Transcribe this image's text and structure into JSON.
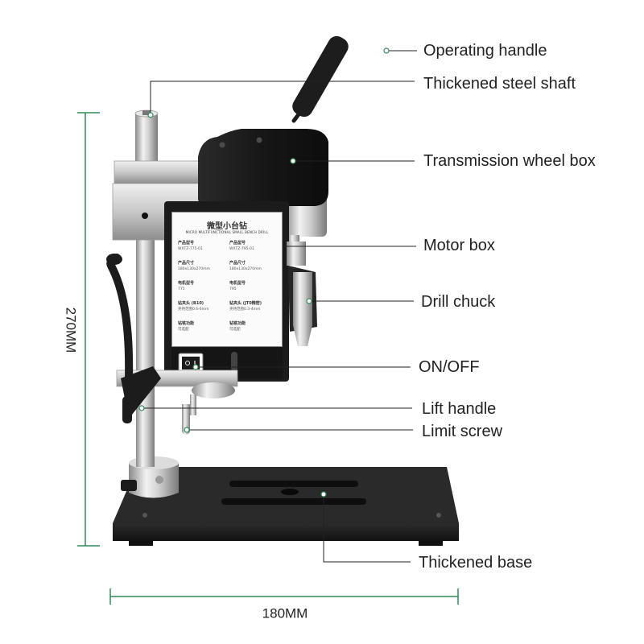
{
  "labels": {
    "operating_handle": "Operating handle",
    "steel_shaft": "Thickened steel shaft",
    "wheel_box": "Transmission wheel box",
    "motor_box": "Motor box",
    "drill_chuck": "Drill chuck",
    "on_off": "ON/OFF",
    "lift_handle": "Lift handle",
    "limit_screw": "Limit screw",
    "base": "Thickened base"
  },
  "dimensions": {
    "height": "270MM",
    "width": "180MM"
  },
  "plate": {
    "title": "微型小台钻",
    "subtitle": "MICRO MULTIFUNCTIONAL SMALL BENCH DRILL",
    "cells": [
      {
        "key": "产品型号",
        "value": "WXTZ-775-01"
      },
      {
        "key": "产品型号",
        "value": "WXTZ-795-01"
      },
      {
        "key": "产品尺寸",
        "value": "180x130x270mm"
      },
      {
        "key": "产品尺寸",
        "value": "180x130x270mm"
      },
      {
        "key": "电机型号",
        "value": "775"
      },
      {
        "key": "电机型号",
        "value": "795"
      },
      {
        "key": "钻夹头 (B10)",
        "value": "夹持范围0.6-6mm"
      },
      {
        "key": "钻夹头 (JT0精密)",
        "value": "夹持范围0.3-4mm"
      },
      {
        "key": "钻铣功能",
        "value": "可选配"
      },
      {
        "key": "钻铣功能",
        "value": "可选配"
      }
    ]
  },
  "colors": {
    "accent_green": "#2e8b57",
    "body_black": "#1c1c1c",
    "steel": "#c8c8c8"
  }
}
